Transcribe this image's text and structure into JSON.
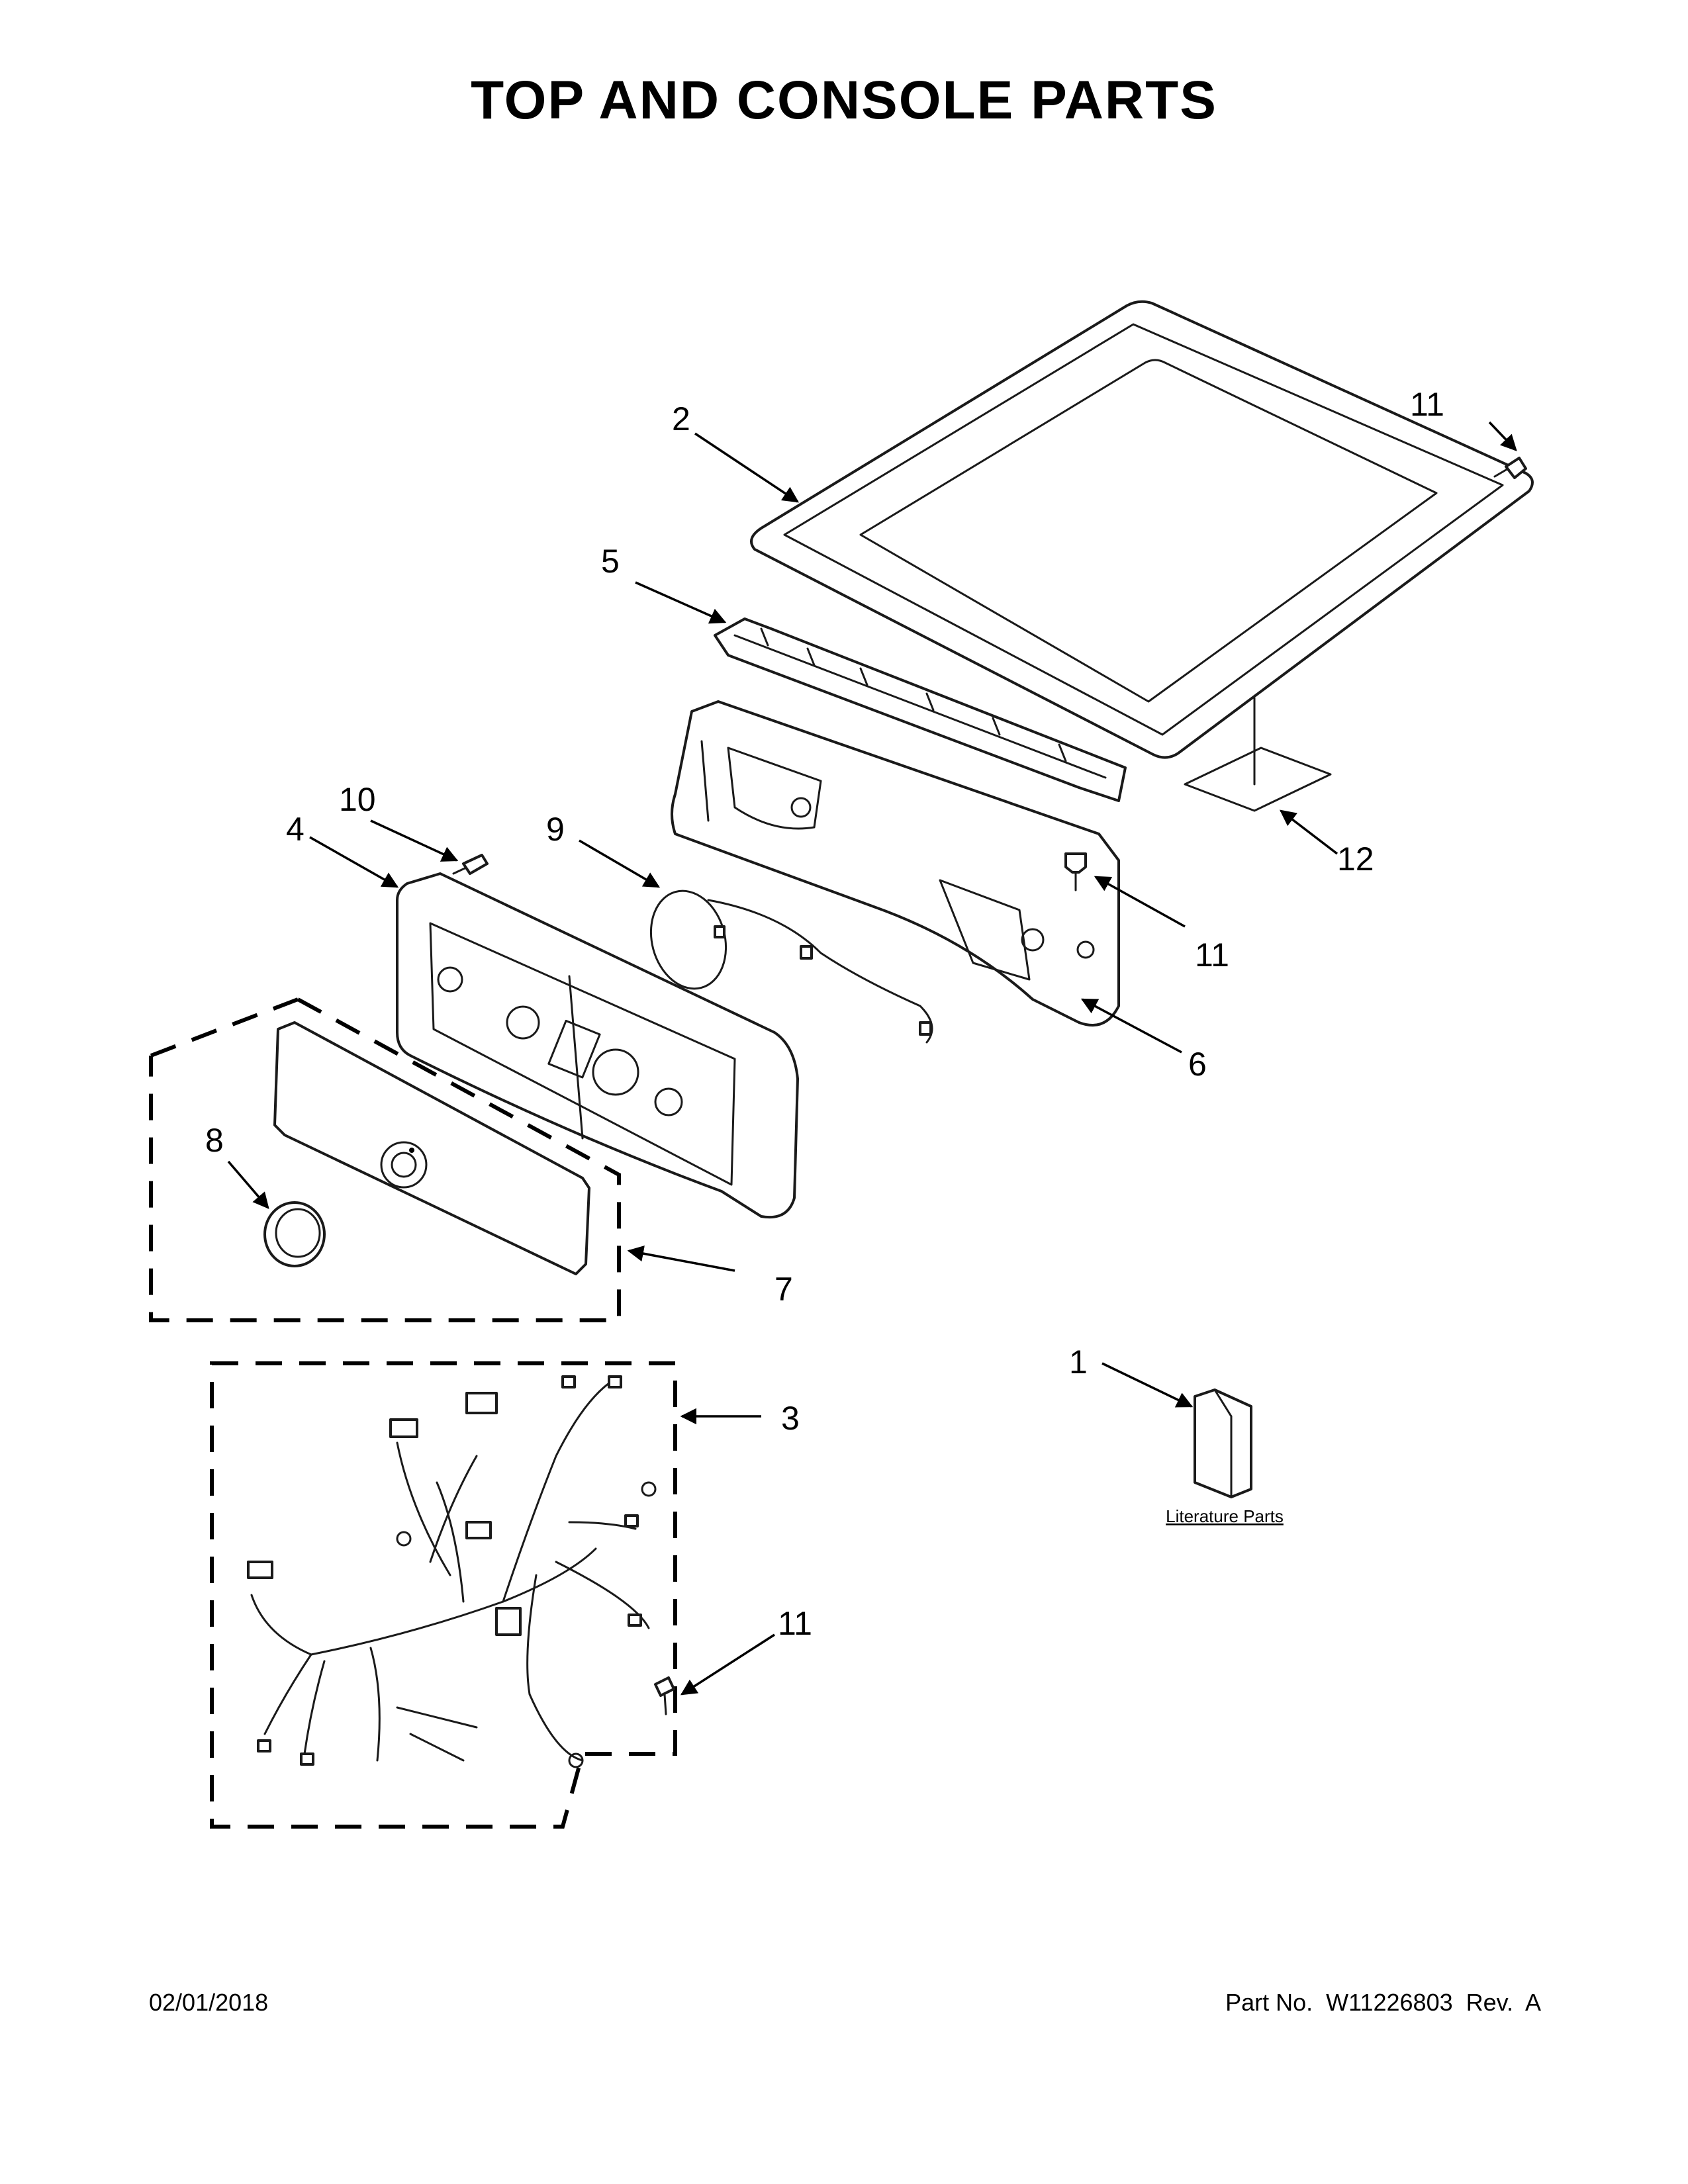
{
  "title": "TOP AND CONSOLE PARTS",
  "callouts": {
    "c1": "1",
    "c2": "2",
    "c3": "3",
    "c4": "4",
    "c5": "5",
    "c6": "6",
    "c7": "7",
    "c8": "8",
    "c9": "9",
    "c10": "10",
    "c11a": "11",
    "c11b": "11",
    "c11c": "11",
    "c12": "12"
  },
  "literature_label": "Literature Parts",
  "footer": {
    "date": "02/01/2018",
    "part_number": "Part No.  W11226803  Rev.  A"
  }
}
